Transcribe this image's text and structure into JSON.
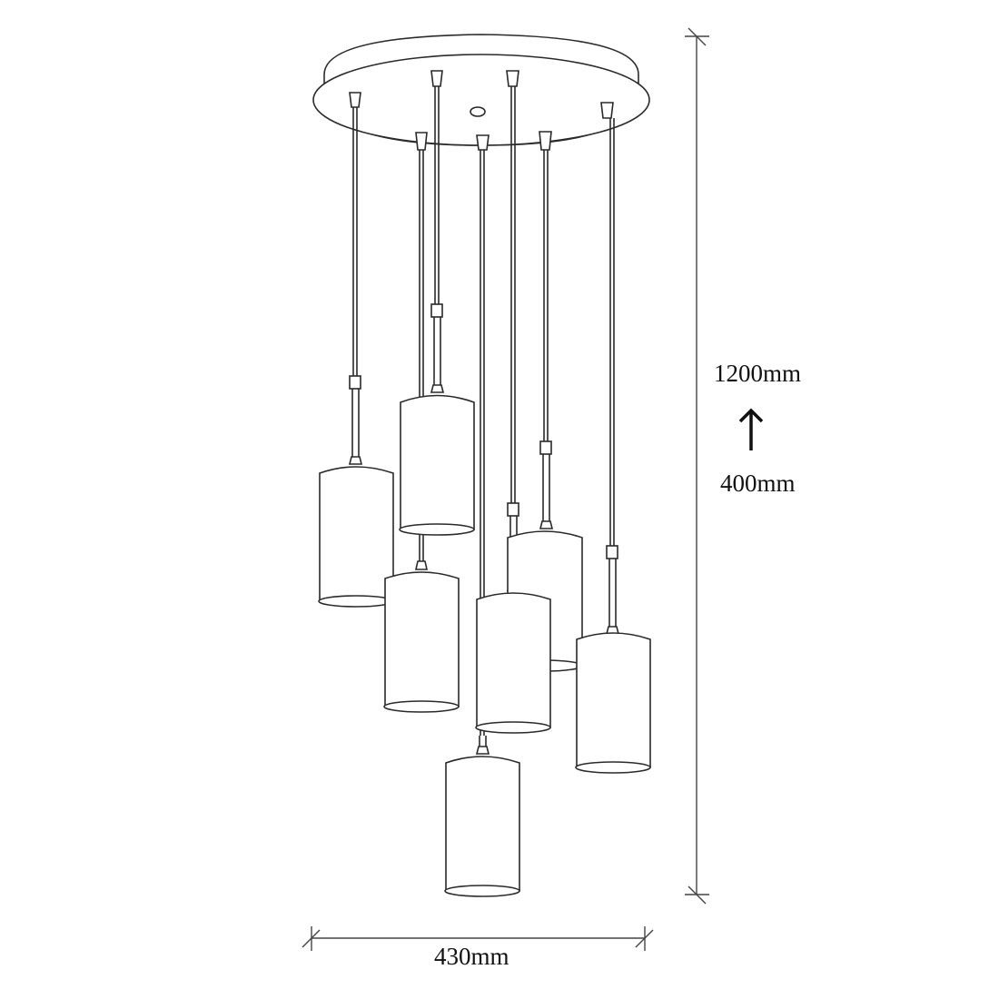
{
  "diagram": {
    "subject": "7-light cylindrical pendant chandelier technical drawing",
    "canopy_shape": "round",
    "pendant_count": 7,
    "dimensions": {
      "width_label": "430mm",
      "height_max_label": "1200mm",
      "height_min_label": "400mm",
      "adjustable_indicator": "up-arrow-icon"
    },
    "colors": {
      "line": "#2a2a2a",
      "background": "#ffffff"
    }
  }
}
